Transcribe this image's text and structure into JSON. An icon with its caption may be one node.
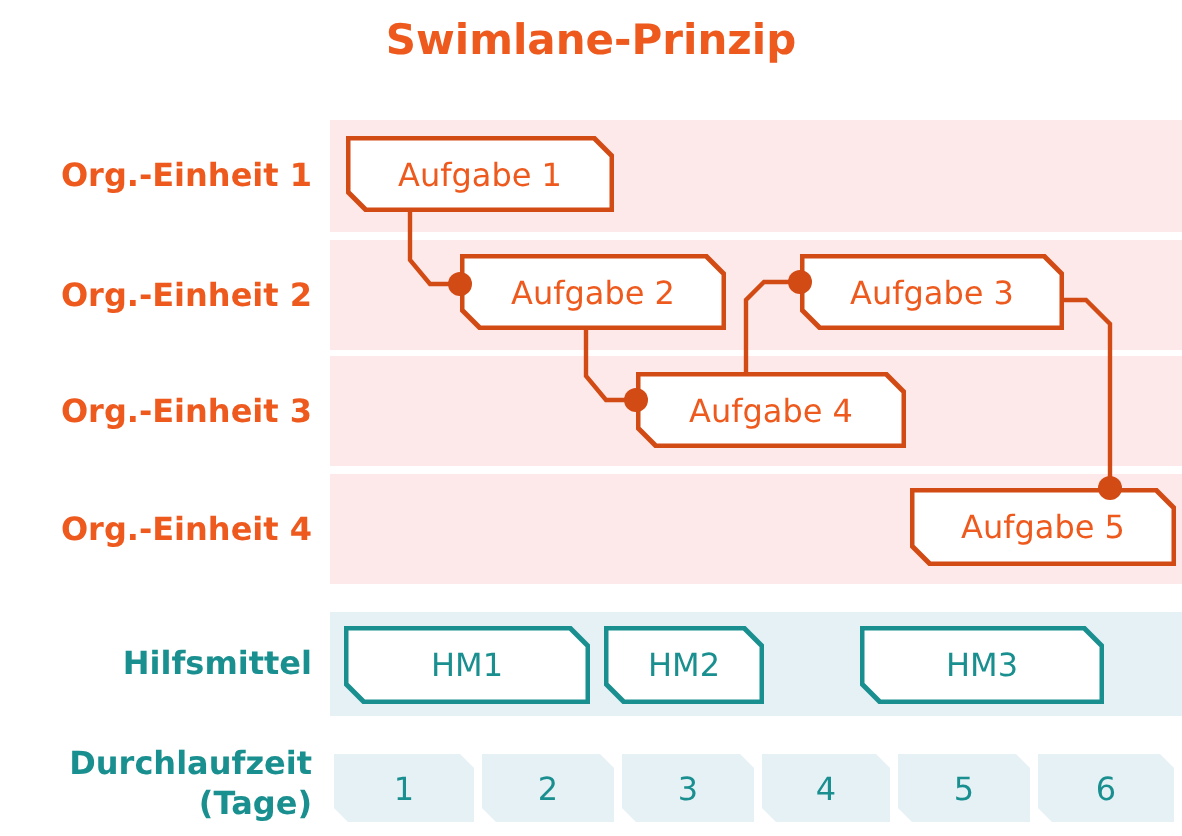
{
  "diagram": {
    "title": "Swimlane-Prinzip",
    "nodes": [
      {
        "text": [
          "Org.-Einheit 1"
        ]
      },
      {
        "text": [
          "Aufgabe 1"
        ],
        "in": 0
      },
      {
        "text": [
          "Org.-Einheit 2"
        ]
      },
      {
        "text": [
          "Aufgabe 2"
        ],
        "in": 2
      },
      {
        "text": [
          "Aufgabe 3"
        ],
        "in": 2
      },
      {
        "text": [
          "Org.-Einheit 3"
        ]
      },
      {
        "text": [
          "Aufgabe 4"
        ],
        "in": 5
      },
      {
        "text": [
          "Org.-Einheit 4"
        ]
      },
      {
        "text": [
          "Aufgabe 5"
        ],
        "in": 7
      },
      {
        "text": [
          "Hilfsmittel"
        ]
      },
      {
        "text": [
          "HM1"
        ],
        "in": 9
      },
      {
        "text": [
          "HM2"
        ],
        "in": 9
      },
      {
        "text": [
          "HM3"
        ],
        "in": 9
      },
      {
        "text": [
          "1"
        ]
      },
      {
        "text": [
          "2"
        ]
      },
      {
        "text": [
          "3"
        ]
      },
      {
        "text": [
          "4"
        ]
      },
      {
        "text": [
          "5"
        ]
      },
      {
        "text": [
          "6"
        ]
      }
    ],
    "edges": [
      {
        "from": 1,
        "to": 3,
        "arrow": "other"
      },
      {
        "from": 3,
        "to": 6,
        "arrow": "other"
      },
      {
        "from": 6,
        "to": 4,
        "arrow": "other"
      },
      {
        "from": 4,
        "to": 8,
        "arrow": "other"
      }
    ],
    "labels": [
      "Durchlaufzeit (Tage)"
    ]
  }
}
